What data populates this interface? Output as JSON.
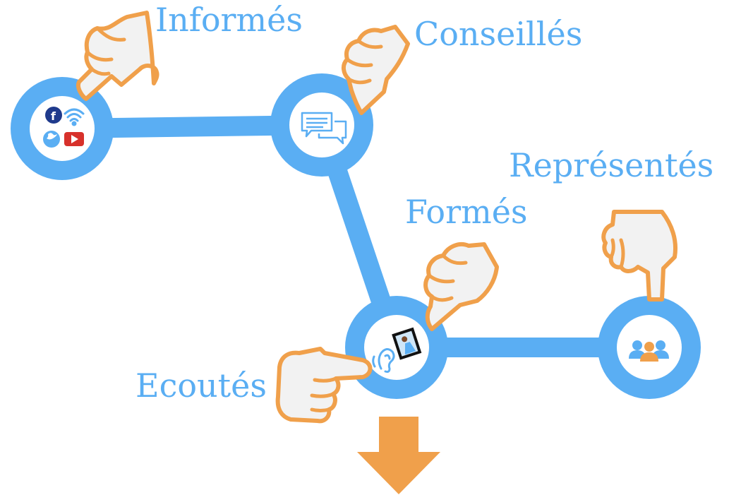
{
  "labels": {
    "informes": "Informés",
    "conseilles": "Conseillés",
    "representes": "Représentés",
    "formes": "Formés",
    "ecoutes": "Ecoutés"
  },
  "nodes": [
    {
      "id": "informes",
      "icon": "social-media-icons"
    },
    {
      "id": "conseilles",
      "icon": "speech-bubbles-icon"
    },
    {
      "id": "ecoutes-formes",
      "icon": "ear-and-tablet-icon"
    },
    {
      "id": "representes",
      "icon": "group-people-icon"
    }
  ],
  "colors": {
    "path_blue": "#5aaef3",
    "hand_orange": "#f0a04b",
    "arrow_orange": "#f0a04b",
    "label_blue": "#5aaef3"
  }
}
